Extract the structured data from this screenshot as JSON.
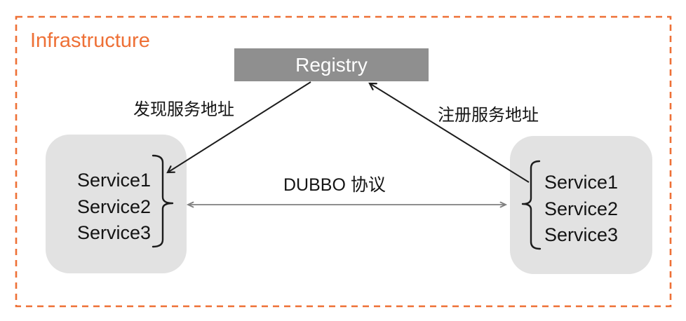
{
  "title": "Infrastructure",
  "colors": {
    "bg": "#FFFFFF",
    "accent": "#EE7036",
    "registry_fill": "#8F8F8F",
    "registry_text": "#FFFFFF",
    "service_fill": "#E2E2E2",
    "line_black": "#1C1C1C",
    "line_gray": "#7F7F7F",
    "text_black": "#141414"
  },
  "registry": {
    "label": "Registry"
  },
  "left_service_group": {
    "services": [
      "Service1",
      "Service2",
      "Service3"
    ]
  },
  "right_service_group": {
    "services": [
      "Service1",
      "Service2",
      "Service3"
    ]
  },
  "edges": {
    "discover_label": "发现服务地址",
    "register_label": "注册服务地址",
    "dubbo_label": "DUBBO 协议"
  }
}
